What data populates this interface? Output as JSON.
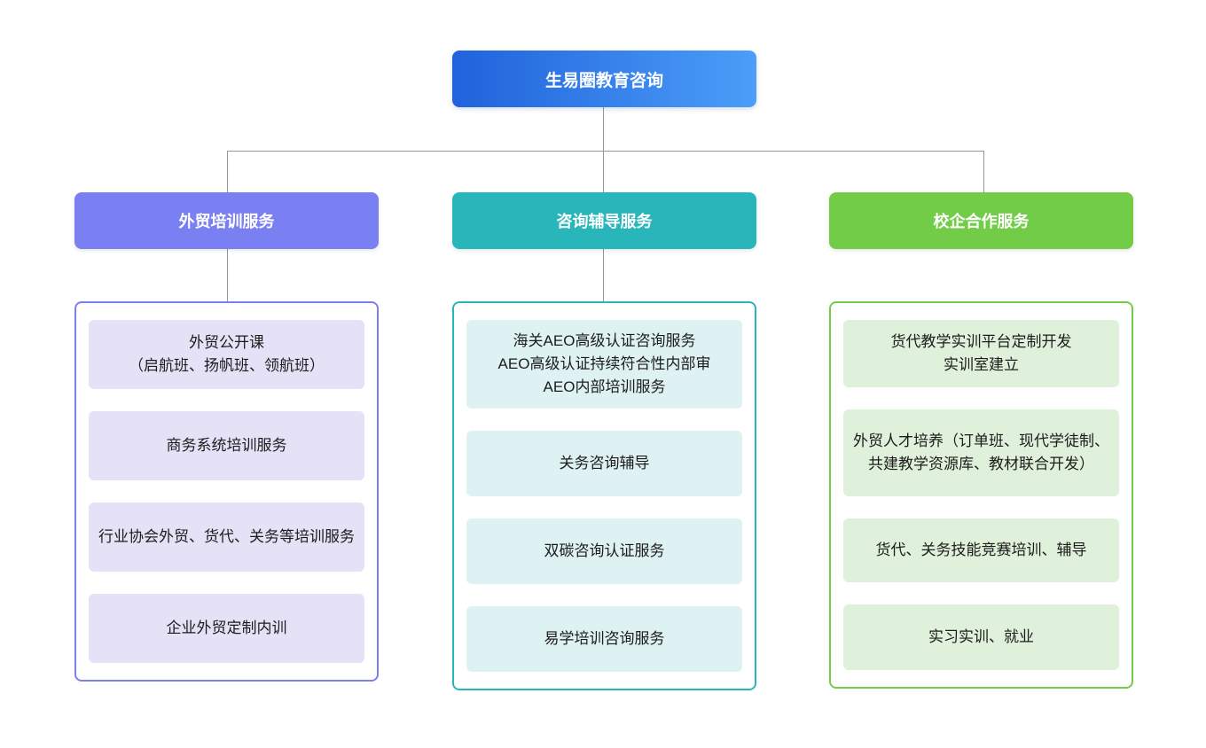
{
  "root": {
    "label": "生易圈教育咨询",
    "gradient_from": "#2062db",
    "gradient_to": "#4b9ef9"
  },
  "connectors": {
    "color": "#8f969d"
  },
  "branches": [
    {
      "header": "外贸培训服务",
      "color": "#7a80f2",
      "item_bg": "#e5e2f7",
      "items": [
        {
          "text": "外贸公开课\n（启航班、扬帆班、领航班）"
        },
        {
          "text": "商务系统培训服务"
        },
        {
          "text": "行业协会外贸、货代、关务等培训服务"
        },
        {
          "text": "企业外贸定制内训"
        }
      ]
    },
    {
      "header": "咨询辅导服务",
      "color": "#29b6bb",
      "item_bg": "#def1f3",
      "items": [
        {
          "text": "海关AEO高级认证咨询服务\nAEO高级认证持续符合性内部审\nAEO内部培训服务"
        },
        {
          "text": "关务咨询辅导"
        },
        {
          "text": "双碳咨询认证服务"
        },
        {
          "text": "易学培训咨询服务"
        }
      ]
    },
    {
      "header": "校企合作服务",
      "color": "#72cc47",
      "item_bg": "#dff0db",
      "items": [
        {
          "text": "货代教学实训平台定制开发\n实训室建立"
        },
        {
          "text": "外贸人才培养（订单班、现代学徒制、共建教学资源库、教材联合开发）"
        },
        {
          "text": "货代、关务技能竞赛培训、辅导"
        },
        {
          "text": "实习实训、就业"
        }
      ]
    }
  ]
}
